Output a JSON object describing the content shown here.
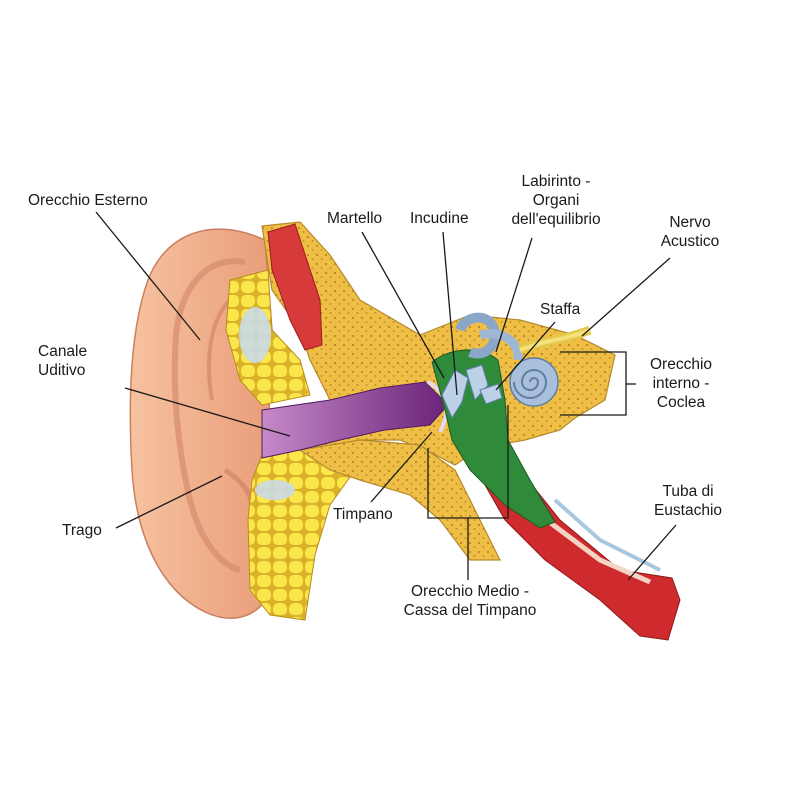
{
  "labels": {
    "orecchio_esterno": "Orecchio Esterno",
    "canale_uditivo": [
      "Canale",
      "Uditivo"
    ],
    "trago": "Trago",
    "martello": "Martello",
    "incudine": "Incudine",
    "labirinto": [
      "Labirinto -",
      "Organi",
      "dell'equilibrio"
    ],
    "nervo_acustico": [
      "Nervo",
      "Acustico"
    ],
    "staffa": "Staffa",
    "orecchio_interno": [
      "Orecchio",
      "interno -",
      "Coclea"
    ],
    "timpano": "Timpano",
    "tuba_di_eustachio": [
      "Tuba di",
      "Eustachio"
    ],
    "orecchio_medio": [
      "Orecchio Medio -",
      "Cassa del Timpano"
    ]
  },
  "colors": {
    "skin": "#f2b38e",
    "skin_shadow": "#d9896a",
    "bone": "#f0c24a",
    "fat": "#fbe34a",
    "canal": "#7a2f8a",
    "middle_ear": "#2f8a3a",
    "inner_ear": "#8aa6c8",
    "muscle": "#c8282c"
  }
}
